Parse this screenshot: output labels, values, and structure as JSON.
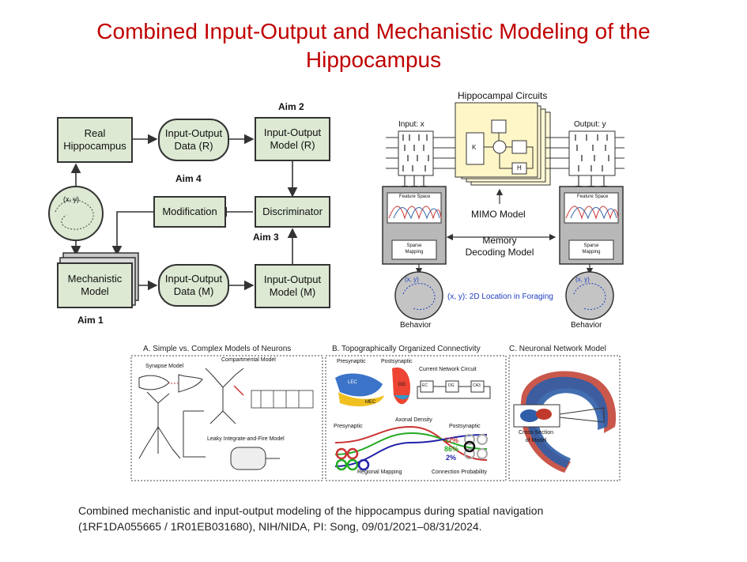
{
  "title_line1": "Combined Input-Output and Mechanistic Modeling of the",
  "title_line2": "Hippocampus",
  "left": {
    "aim2": "Aim 2",
    "aim4": "Aim 4",
    "aim3": "Aim 3",
    "aim1": "Aim 1",
    "real_hippocampus": [
      "Real",
      "Hippocampus"
    ],
    "io_data_r": [
      "Input-Output",
      "Data (R)"
    ],
    "io_model_r": [
      "Input-Output",
      "Model (R)"
    ],
    "modification": "Modification",
    "discriminator": "Discriminator",
    "mechanistic_model": [
      "Mechanistic",
      "Model"
    ],
    "io_data_m": [
      "Input-Output",
      "Data (M)"
    ],
    "io_model_m": [
      "Input-Output",
      "Model (M)"
    ],
    "xy": "(x, y)"
  },
  "right": {
    "hippocampal_circuits": "Hippocampal Circuits",
    "input_x": "Input: x",
    "output_y": "Output: y",
    "mimo_model": "MIMO Model",
    "memory_decoding": [
      "Memory",
      "Decoding Model"
    ],
    "feature_space": "Feature Space",
    "sparse_mapping": [
      "Sparse",
      "Mapping"
    ],
    "xy_note": "(x, y): 2D Location in Foraging",
    "behavior_left": "Behavior",
    "behavior_right": "Behavior",
    "xy": "(x, y)",
    "k": "K",
    "h": "H"
  },
  "bottom": {
    "a_title": "A. Simple vs. Complex Models of Neurons",
    "b_title": "B. Topographically Organized Connectivity",
    "c_title": "C. Neuronal Network Model",
    "synapse_model": "Synapse Model",
    "compartmental_model": "Compartmental Model",
    "lif_model": "Leaky Integrate-and-Fire Model",
    "presynaptic": "Presynaptic",
    "postsynaptic": "Postsynaptic",
    "current_circuit": "Current Network Circuit",
    "ec": "EC",
    "dg": "DG",
    "ca3": "CA3",
    "lec": "LEC",
    "mec": "MEC",
    "axonal_density": "Axonal Density",
    "presynaptic2": "Presynaptic",
    "postsynaptic2": "Postsynaptic",
    "pct_red": "12%",
    "pct_green": "86%",
    "pct_blue": "2%",
    "regional_mapping": "Regional Mapping",
    "connection_probability": "Connection Probability",
    "cross_section": [
      "Cross-Section",
      "of Model"
    ]
  },
  "caption_line1": "Combined mechanistic and input-output modeling of the hippocampus during spatial navigation",
  "caption_line2": "(1RF1DA055665 / 1R01EB031680), NIH/NIDA, PI: Song, 09/01/2021–08/31/2024.",
  "colors": {
    "title": "#c00000",
    "box_fill": "#dde9d3",
    "blue_note": "#1f3fbf"
  }
}
